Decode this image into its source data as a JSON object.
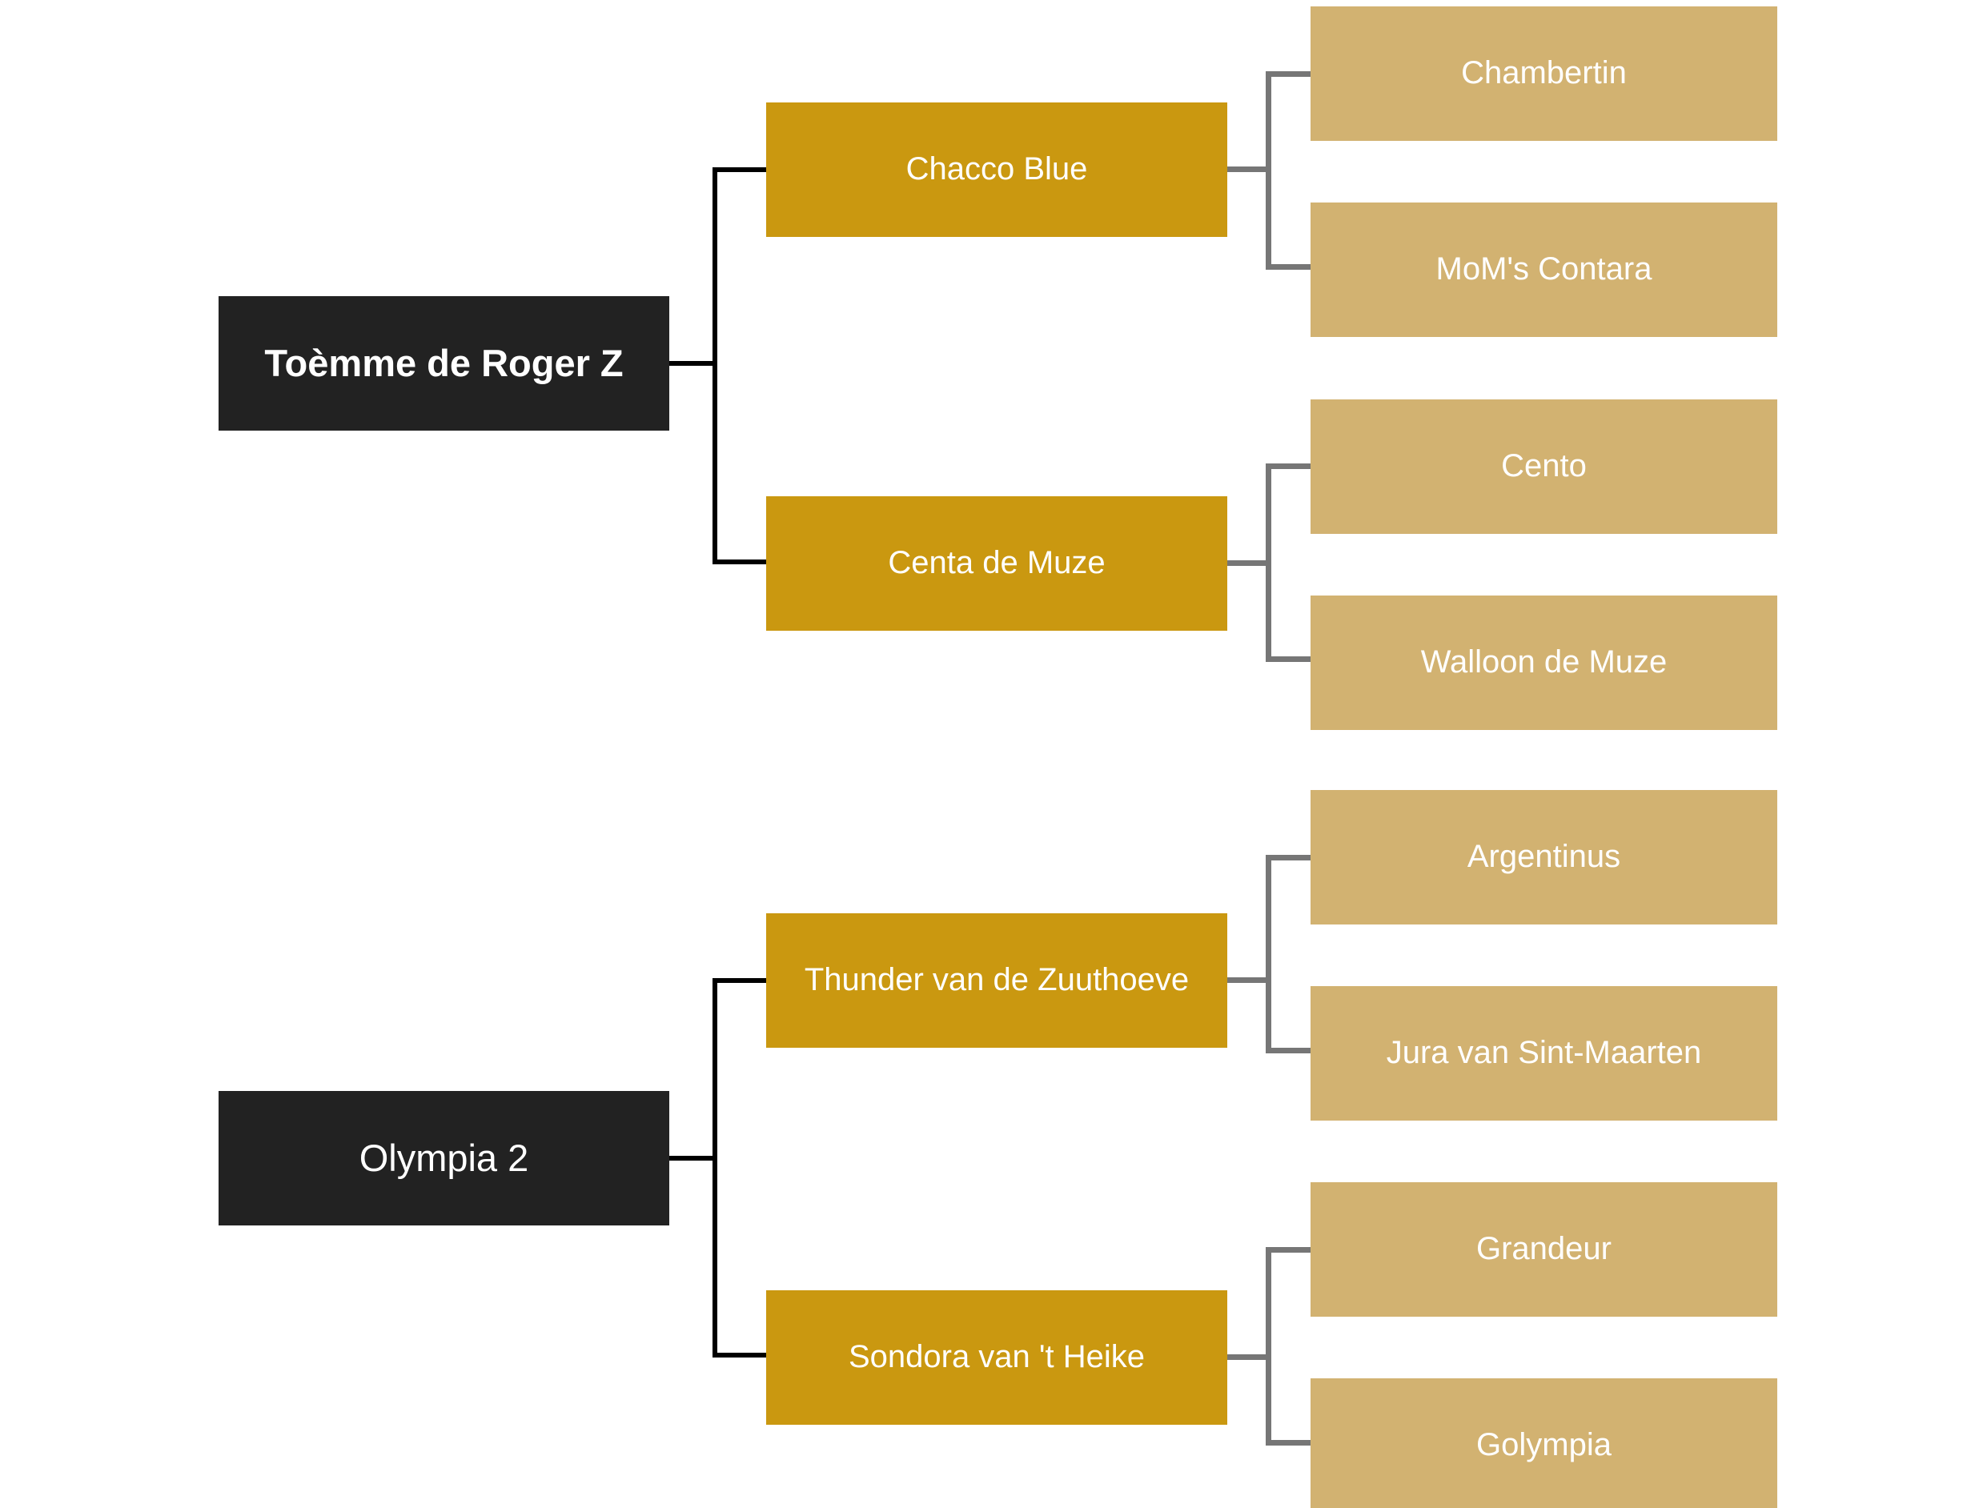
{
  "diagram": {
    "type": "pedigree-tree",
    "orientation": "left-to-right",
    "levels": 3,
    "colors": {
      "background": "#ffffff",
      "root_box": "#222222",
      "parent_box": "#CA9810",
      "grandparent_box": "#D2B271",
      "root_connector": "#000000",
      "parent_connector": "#767676",
      "label_text": "#ffffff"
    }
  },
  "trees": [
    {
      "root": {
        "label": "Toèmme de Roger Z",
        "bold": true
      },
      "parents": [
        {
          "label": "Chacco Blue",
          "grandparents": [
            {
              "label": "Chambertin"
            },
            {
              "label": "MoM's Contara"
            }
          ]
        },
        {
          "label": "Centa de Muze",
          "grandparents": [
            {
              "label": "Cento"
            },
            {
              "label": "Walloon de Muze"
            }
          ]
        }
      ]
    },
    {
      "root": {
        "label": "Olympia 2",
        "bold": false
      },
      "parents": [
        {
          "label": "Thunder van de Zuuthoeve",
          "grandparents": [
            {
              "label": "Argentinus"
            },
            {
              "label": "Jura van Sint-Maarten"
            }
          ]
        },
        {
          "label": "Sondora van 't Heike",
          "grandparents": [
            {
              "label": "Grandeur"
            },
            {
              "label": "Golympia"
            }
          ]
        }
      ]
    }
  ]
}
